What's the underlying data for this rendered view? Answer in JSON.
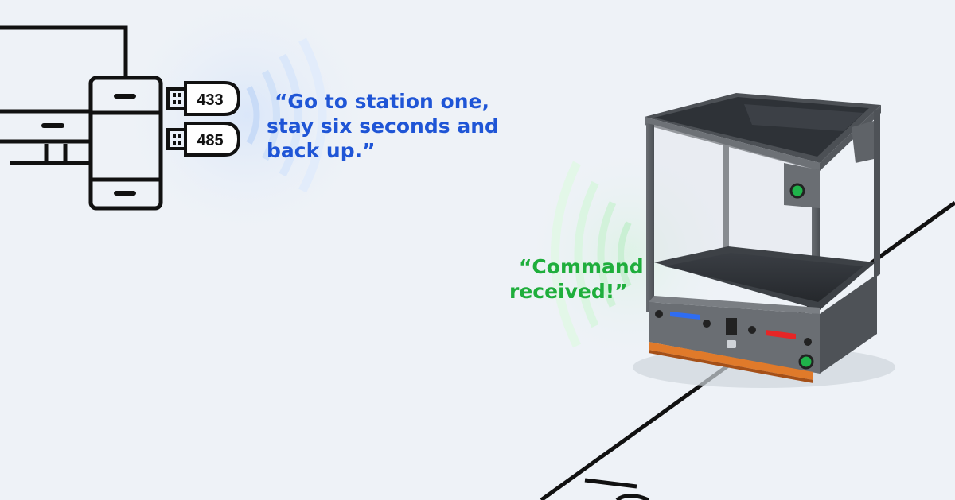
{
  "colors": {
    "background": "#eef2f7",
    "command_text": "#1f55d6",
    "ack_text": "#1fae3c",
    "line_art": "#111111",
    "robot_frame": "#5d6166",
    "robot_glass": "#30343a",
    "bumper": "#e07a2a",
    "signal_blue": "#9ec0f2",
    "signal_green": "#a6e6b8",
    "led_blue": "#2f6df2",
    "led_red": "#e62626",
    "button_green": "#1fb34a"
  },
  "transmitter": {
    "module_labels": [
      "433",
      "485"
    ]
  },
  "command": {
    "lines": [
      "“Go to station one,",
      "stay six seconds and",
      "back up.”"
    ]
  },
  "acknowledgement": {
    "lines": [
      "“Command",
      "received!”"
    ]
  },
  "icons": {
    "computer": "desktop-computer-icon",
    "server": "server-tower-icon",
    "wireless": "wireless-waves-icon",
    "robot": "agv-robot"
  }
}
